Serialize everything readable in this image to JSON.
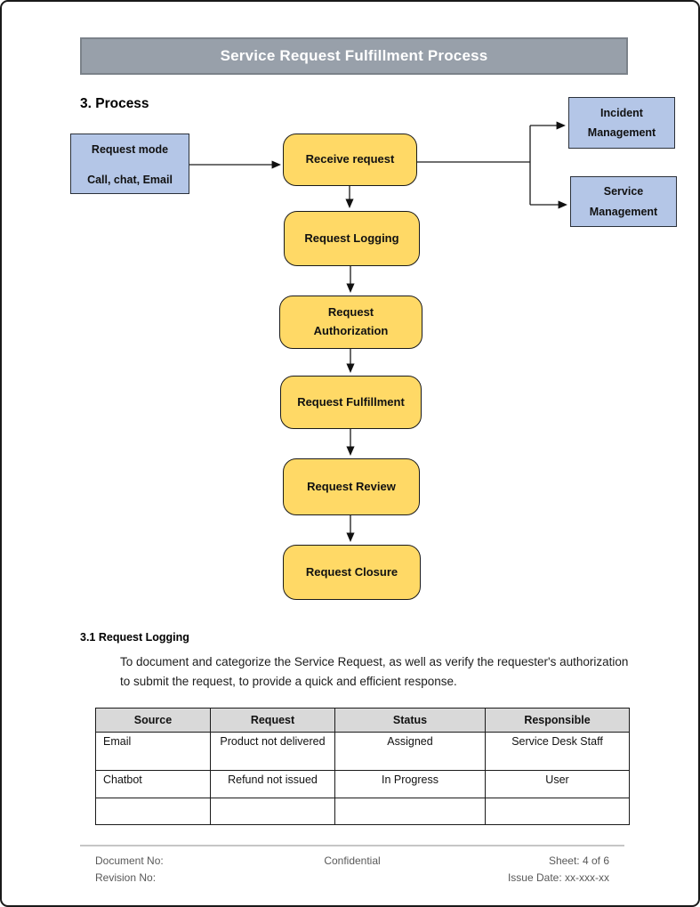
{
  "page": {
    "title": "Service Request Fulfillment Process",
    "section_heading": "3. Process",
    "subsection": {
      "heading": "3.1 Request Logging",
      "body": "To document and categorize the Service Request, as well as verify the requester's authorization to submit the request, to provide a quick and efficient response."
    }
  },
  "flowchart": {
    "request_mode": {
      "title": "Request mode",
      "subtitle": "Call, chat, Email"
    },
    "steps": [
      "Receive request",
      "Request Logging",
      "Request Authorization",
      "Request Fulfillment",
      "Request Review",
      "Request Closure"
    ],
    "references": [
      "Incident Management",
      "Service Management"
    ]
  },
  "table": {
    "headers": [
      "Source",
      "Request",
      "Status",
      "Responsible"
    ],
    "rows": [
      [
        "Email",
        "Product not delivered",
        "Assigned",
        "Service Desk Staff"
      ],
      [
        "Chatbot",
        "Refund not issued",
        "In Progress",
        "User"
      ],
      [
        "",
        "",
        "",
        ""
      ]
    ]
  },
  "footer": {
    "document_no_label": "Document No:",
    "revision_no_label": "Revision No:",
    "confidential": "Confidential",
    "sheet": "Sheet: 4 of 6",
    "issue_date": "Issue Date: xx-xxx-xx"
  },
  "colors": {
    "title_bar_bg": "#98A0AA",
    "process_box_fill": "#FFD966",
    "reference_box_fill": "#B4C6E7",
    "table_header_bg": "#D9D9D9",
    "footer_text": "#595959"
  }
}
